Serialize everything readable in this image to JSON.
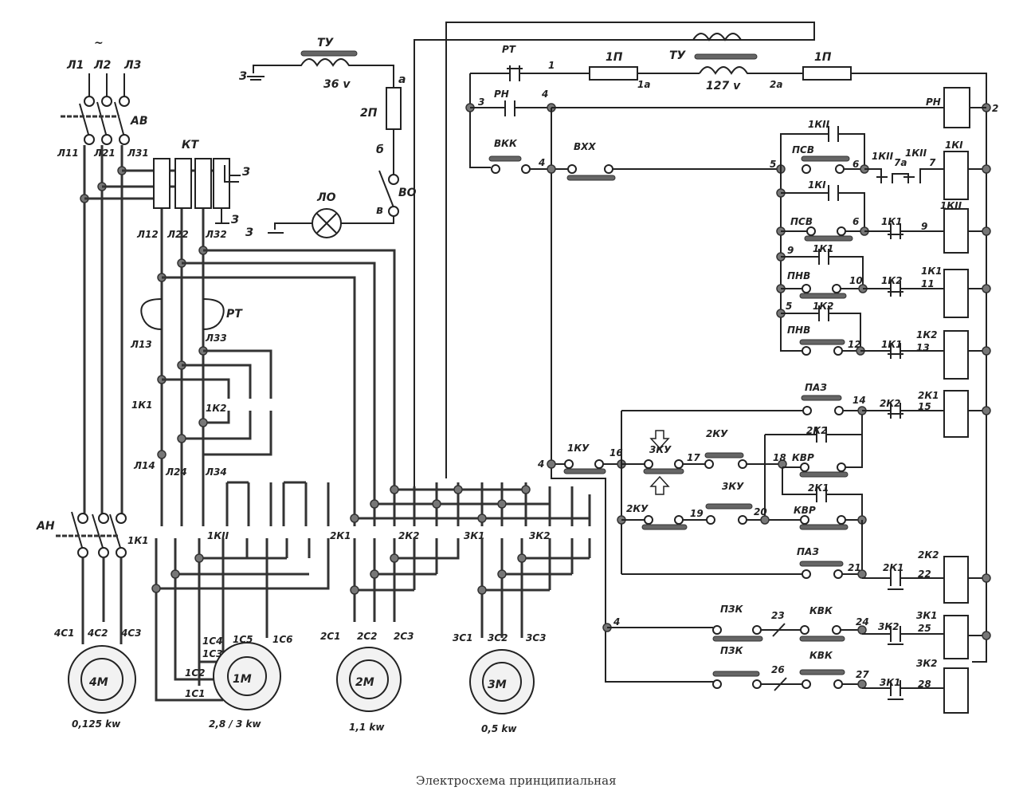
{
  "title": "Электросхема принципиальная",
  "supply": {
    "symbol": "~",
    "phases": [
      "Л1",
      "Л2",
      "Л3"
    ],
    "breaker": "АВ",
    "phase_out": [
      "Л11",
      "Л21",
      "Л31"
    ],
    "thermal_block": "КТ",
    "phase_kt": [
      "Л12",
      "Л22",
      "Л32"
    ],
    "relay": "РТ",
    "phase_rt": [
      "Л13",
      "Л33"
    ],
    "phase_k": [
      "Л14",
      "Л24",
      "Л34"
    ]
  },
  "lighting": {
    "transformer": "ТУ",
    "voltage": "36 v",
    "fuse": "2П",
    "node_a": "а",
    "node_b": "б",
    "node_v": "в",
    "switch": "ВО",
    "lamp": "ЛО",
    "ground": "З"
  },
  "control": {
    "transformer": "ТУ",
    "voltage": "127 v",
    "fuse": "1П",
    "relay_contact": "РТ",
    "rn_contact": "РН",
    "rn_coil": "РН",
    "vkk": "ВКК",
    "vkh": "ВХХ",
    "nodes": {
      "n1": "1",
      "n1a": "1а",
      "n2a": "2а",
      "n2": "2",
      "n3": "3",
      "n4": "4",
      "n4b": "4",
      "n4c": "4",
      "n4d": "4",
      "n5": "5",
      "n5b": "5",
      "n6": "6",
      "n6b": "6",
      "n7": "7",
      "n7a": "7а",
      "n9": "9",
      "n9b": "9",
      "n10": "10",
      "n11": "11",
      "n12": "12",
      "n13": "13",
      "n14": "14",
      "n15": "15",
      "n16": "16",
      "n17": "17",
      "n18": "18",
      "n19": "19",
      "n20": "20",
      "n21": "21",
      "n22": "22",
      "n23": "23",
      "n24": "24",
      "n25": "25",
      "n26": "26",
      "n27": "27",
      "n28": "28"
    },
    "buttons": {
      "psv1": "ПСВ",
      "psv2": "ПСВ",
      "pnv1": "ПНВ",
      "pnv2": "ПНВ",
      "paz1": "ПАЗ",
      "paz2": "ПАЗ",
      "pzk1": "ПЗК",
      "pzk2": "ПЗК",
      "kvk1": "КВК",
      "kvk2": "КВК",
      "kvr1": "КВР",
      "kvr2": "КВР",
      "ku1": "1КУ",
      "ku3a": "3КУ",
      "ku3b": "3КУ",
      "ku2a": "2КУ",
      "ku2b": "2КУ"
    },
    "contacts": {
      "c1kII_a": "1КII",
      "c1kII_b": "1КII",
      "c1kI": "1КI",
      "c1kII_top": "1КII",
      "c1k1_top": "1К1",
      "c1k2_top": "1К2",
      "c1k2": "1К2",
      "c1k1": "1К1",
      "c2k2": "2К2",
      "c2k2b": "2К2",
      "c2k1": "2К1",
      "c2k1b": "2К1",
      "c3k2": "3К2",
      "c3k1": "3К1"
    },
    "coils": {
      "k1I": "1КI",
      "k1II": "1КII",
      "k1_1": "1К1",
      "k1_2": "1К2",
      "k2_1": "2К1",
      "k2_2": "2К2",
      "k3_1": "3К1",
      "k3_2": "3К2"
    }
  },
  "power": {
    "contactors": [
      "1К1",
      "1К2",
      "1КII",
      "2К1",
      "2К2",
      "3К1",
      "3К2"
    ],
    "ah": "АН",
    "k1": "1К1"
  },
  "motors": [
    {
      "id": "4M",
      "label": "4М",
      "power": "0,125 kw",
      "terminals": [
        "4С1",
        "4С2",
        "4С3"
      ]
    },
    {
      "id": "1M",
      "label": "1М",
      "power": "2,8 / 3 kw",
      "terminals": [
        "1С1",
        "1С2",
        "1С3",
        "1С4",
        "1С5",
        "1С6"
      ]
    },
    {
      "id": "2M",
      "label": "2М",
      "power": "1,1 kw",
      "terminals": [
        "2С1",
        "2С2",
        "2С3"
      ]
    },
    {
      "id": "3M",
      "label": "3М",
      "power": "0,5 kw",
      "terminals": [
        "3С1",
        "3С2",
        "3С3"
      ]
    }
  ]
}
